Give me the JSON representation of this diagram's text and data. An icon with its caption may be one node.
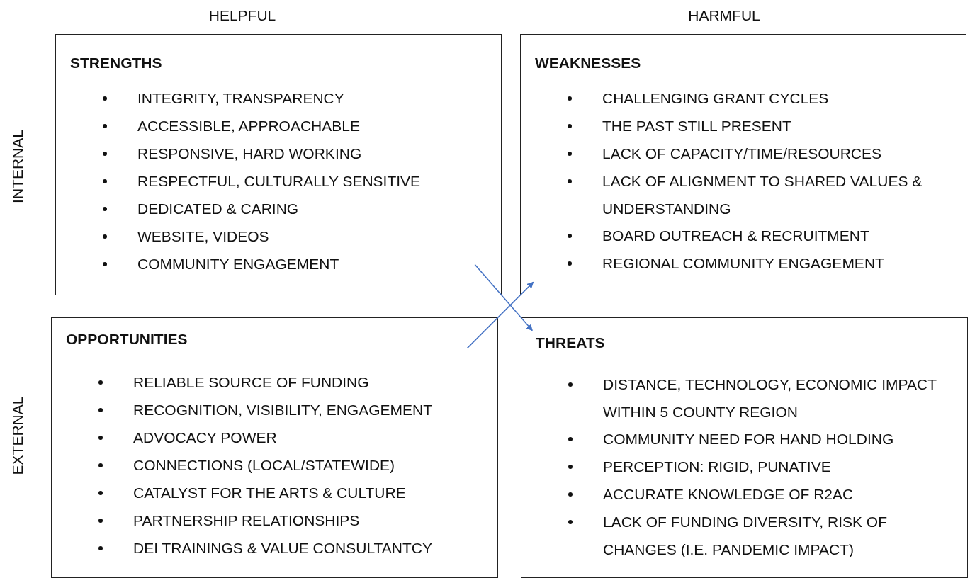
{
  "diagram": {
    "nodes": [
      {
        "text": [
          "STRENGTHS",
          "INTEGRITY, TRANSPARENCY",
          "ACCESSIBLE, APPROACHABLE",
          "RESPONSIVE, HARD WORKING",
          "RESPECTFUL, CULTURALLY SENSITIVE",
          "DEDICATED & CARING",
          "WEBSITE, VIDEOS",
          "COMMUNITY ENGAGEMENT"
        ]
      },
      {
        "text": [
          "WEAKNESSES",
          "CHALLENGING GRANT CYCLES",
          "THE PAST STILL PRESENT",
          "LACK OF CAPACITY/TIME/RESOURCES",
          "LACK OF ALIGNMENT TO SHARED VALUES & UNDERSTANDING",
          "BOARD OUTREACH & RECRUITMENT",
          "REGIONAL COMMUNITY ENGAGEMENT"
        ]
      },
      {
        "text": [
          "OPPORTUNITIES",
          "RELIABLE SOURCE OF FUNDING",
          "RECOGNITION, VISIBILITY, ENGAGEMENT",
          "ADVOCACY POWER",
          "CONNECTIONS (LOCAL/STATEWIDE)",
          "CATALYST FOR THE ARTS & CULTURE",
          "PARTNERSHIP RELATIONSHIPS",
          "DEI TRAININGS & VALUE CONSULTANTCY"
        ]
      },
      {
        "text": [
          "THREATS",
          "DISTANCE, TECHNOLOGY, ECONOMIC IMPACT WITHIN 5 COUNTY REGION",
          "COMMUNITY NEED FOR HAND HOLDING",
          "PERCEPTION: RIGID, PUNATIVE",
          "ACCURATE KNOWLEDGE OF R2AC",
          "LACK OF FUNDING DIVERSITY, RISK OF CHANGES (I.E. PANDEMIC IMPACT)"
        ]
      }
    ],
    "edges": [
      {
        "from": 0,
        "to": 3,
        "arrow": "to",
        "color": "#4472c4"
      },
      {
        "from": 2,
        "to": 1,
        "arrow": "to",
        "color": "#4472c4"
      }
    ],
    "labels": [
      "HELPFUL",
      "HARMFUL",
      "INTERNAL",
      "EXTERNAL"
    ]
  }
}
